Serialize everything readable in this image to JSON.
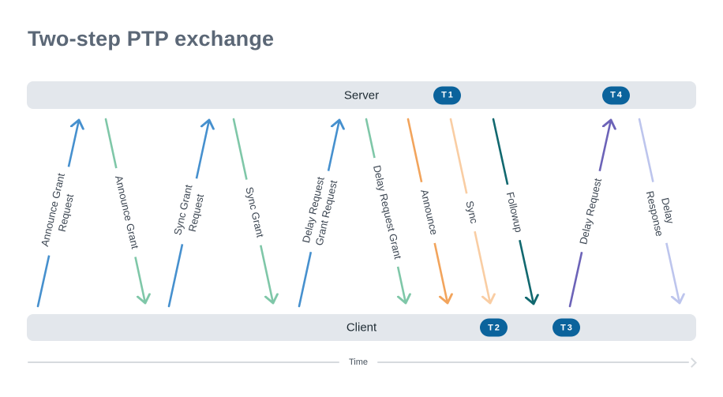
{
  "title": "Two-step PTP exchange",
  "server_lane": {
    "label": "Server",
    "badges": [
      "T1",
      "T4"
    ]
  },
  "client_lane": {
    "label": "Client",
    "badges": [
      "T2",
      "T3"
    ]
  },
  "arrows": [
    {
      "label": "Announce Grant\nRequest",
      "from": "Client",
      "to": "Server",
      "color": "#4690ce"
    },
    {
      "label": "Announce Grant",
      "from": "Server",
      "to": "Client",
      "color": "#7fc7a8"
    },
    {
      "label": "Sync Grant\nRequest",
      "from": "Client",
      "to": "Server",
      "color": "#4690ce"
    },
    {
      "label": "Sync Grant",
      "from": "Server",
      "to": "Client",
      "color": "#7fc7a8"
    },
    {
      "label": "Delay Request\nGrant Request",
      "from": "Client",
      "to": "Server",
      "color": "#4690ce"
    },
    {
      "label": "Delay Request Grant",
      "from": "Server",
      "to": "Client",
      "color": "#7fc7a8"
    },
    {
      "label": "Announce",
      "from": "Server",
      "to": "Client",
      "color": "#f2a45c"
    },
    {
      "label": "Sync",
      "from": "Server",
      "to": "Client",
      "color": "#f9cda3"
    },
    {
      "label": "Followup",
      "from": "Server",
      "to": "Client",
      "color": "#11686f"
    },
    {
      "label": "Delay Request",
      "from": "Client",
      "to": "Server",
      "color": "#6c63b8"
    },
    {
      "label": "Delay Response",
      "from": "Server",
      "to": "Client",
      "color": "#bdc5ed"
    }
  ],
  "time_axis": {
    "label": "Time"
  },
  "colors": {
    "lane_background": "#e3e7ec",
    "badge_background": "#0b639c",
    "title_text": "#5b6776",
    "label_text": "#3c4652",
    "time_line": "#d6dade",
    "request_blue": "#4690ce",
    "grant_green": "#7fc7a8",
    "announce_orange": "#f2a45c",
    "sync_light_orange": "#f9cda3",
    "followup_teal": "#11686f",
    "delay_request_purple": "#6c63b8",
    "delay_response_lavender": "#bdc5ed"
  }
}
